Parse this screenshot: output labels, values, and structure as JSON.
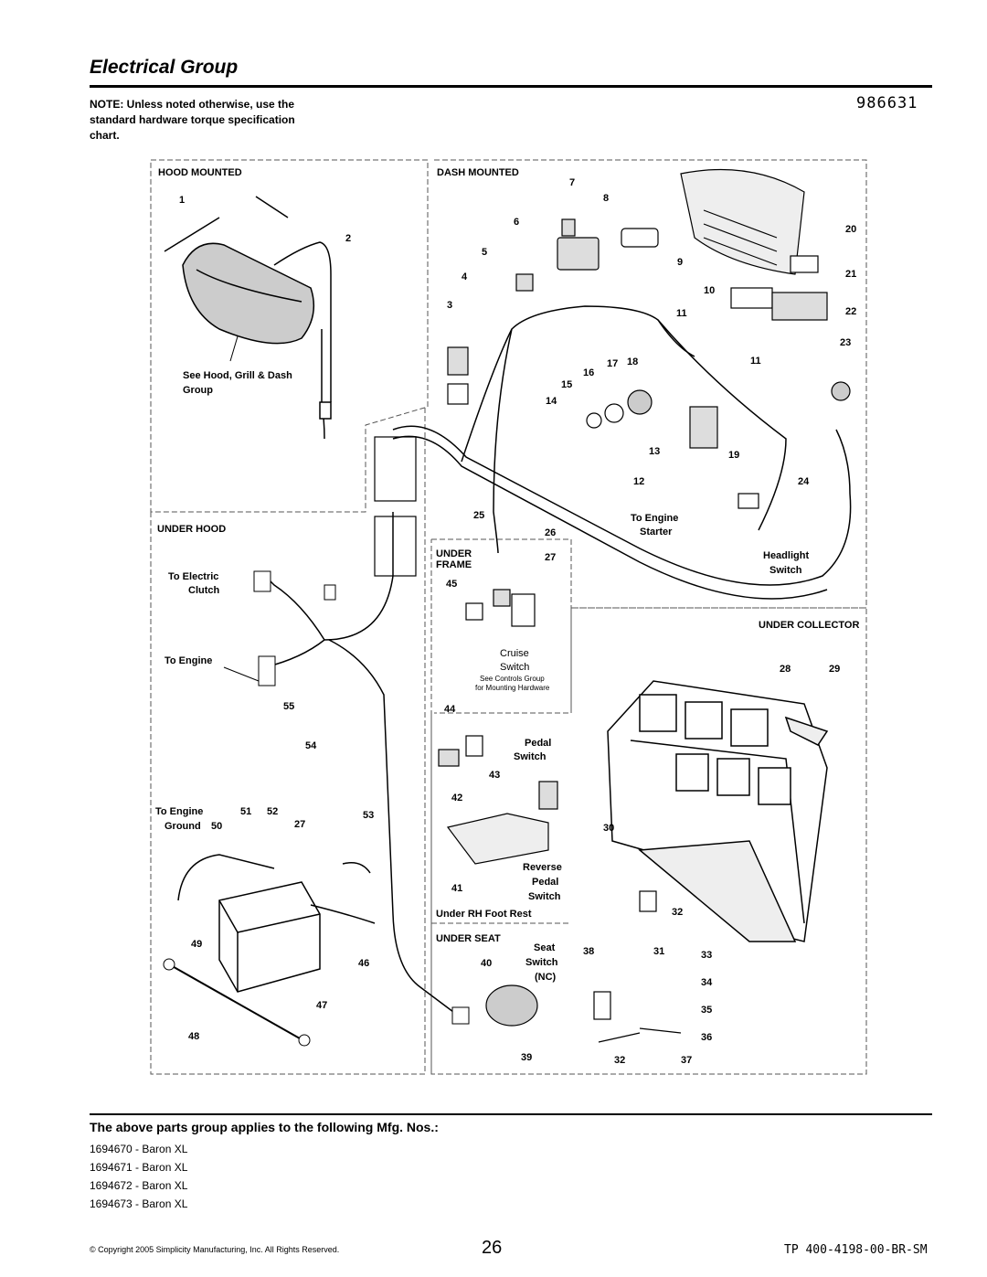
{
  "page": {
    "title": "Electrical Group",
    "doc_number": "986631",
    "note": "NOTE: Unless noted otherwise, use the standard hardware torque specification chart.",
    "page_number": "26",
    "tp_code": "TP 400-4198-00-BR-SM",
    "copyright": "© Copyright 2005 Simplicity Manufacturing, Inc. All Rights Reserved."
  },
  "sections": {
    "hood_mounted": "HOOD MOUNTED",
    "dash_mounted": "DASH MOUNTED",
    "under_hood": "UNDER HOOD",
    "under_frame_1": "UNDER",
    "under_frame_2": "FRAME",
    "under_collector": "UNDER COLLECTOR",
    "under_seat": "UNDER SEAT"
  },
  "labels": {
    "see_hood_1": "See Hood, Grill & Dash",
    "see_hood_2": "Group",
    "to_electric": "To Electric",
    "clutch": "Clutch",
    "to_engine_a": "To Engine",
    "to_engine_ground_1": "To Engine",
    "to_engine_ground_2": "Ground",
    "to_engine_starter_1": "To Engine",
    "to_engine_starter_2": "Starter",
    "headlight_1": "Headlight",
    "headlight_2": "Switch",
    "cruise_1": "Cruise",
    "cruise_2": "Switch",
    "see_controls_1": "See Controls Group",
    "see_controls_2": "for Mounting Hardware",
    "pedal_1": "Pedal",
    "pedal_2": "Switch",
    "reverse_1": "Reverse",
    "reverse_2": "Pedal",
    "reverse_3": "Switch",
    "under_rh": "Under RH Foot Rest",
    "seat_1": "Seat",
    "seat_2": "Switch",
    "seat_3": "(NC)"
  },
  "part_numbers": [
    "1",
    "2",
    "3",
    "4",
    "5",
    "6",
    "7",
    "8",
    "9",
    "10",
    "11",
    "11",
    "12",
    "13",
    "14",
    "15",
    "16",
    "17",
    "18",
    "19",
    "20",
    "21",
    "22",
    "23",
    "24",
    "25",
    "26",
    "27",
    "27",
    "28",
    "29",
    "30",
    "31",
    "32",
    "32",
    "33",
    "34",
    "35",
    "36",
    "37",
    "38",
    "39",
    "40",
    "41",
    "42",
    "43",
    "44",
    "45",
    "46",
    "47",
    "48",
    "49",
    "50",
    "51",
    "52",
    "53",
    "54",
    "55"
  ],
  "applies": {
    "heading": "The above parts group applies to the following Mfg. Nos.:",
    "models": [
      "1694670 - Baron XL",
      "1694671 - Baron XL",
      "1694672 - Baron XL",
      "1694673 - Baron XL"
    ]
  }
}
